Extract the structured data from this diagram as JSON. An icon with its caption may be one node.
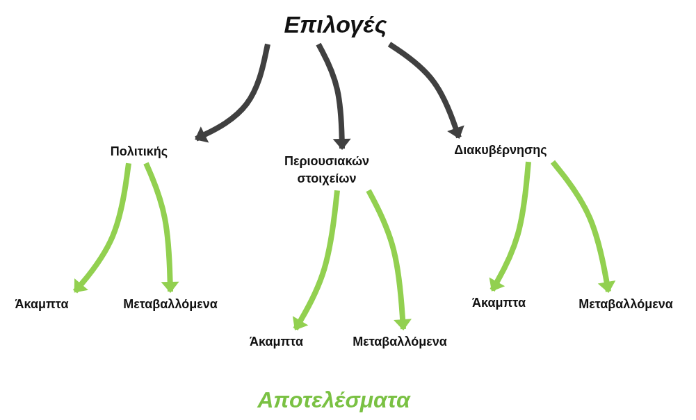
{
  "diagram": {
    "nodes": [
      {
        "text": [
          "Επιλογές"
        ]
      },
      {
        "text": [
          "Πολιτικής"
        ]
      },
      {
        "text": [
          "Περιουσιακών στοιχείων"
        ]
      },
      {
        "text": [
          "Διακυβέρνησης"
        ]
      },
      {
        "text": [
          "Άκαμπτα"
        ]
      },
      {
        "text": [
          "Μεταβαλλόμενα"
        ]
      },
      {
        "text": [
          "Άκαμπτα"
        ]
      },
      {
        "text": [
          "Μεταβαλλόμενα"
        ]
      },
      {
        "text": [
          "Άκαμπτα"
        ]
      },
      {
        "text": [
          "Μεταβαλλόμενα"
        ]
      }
    ],
    "edges": [
      {
        "from": 0,
        "to": 1,
        "arrow": "to",
        "color": "#404040"
      },
      {
        "from": 0,
        "to": 2,
        "arrow": "to",
        "color": "#404040"
      },
      {
        "from": 0,
        "to": 3,
        "arrow": "to",
        "color": "#404040"
      },
      {
        "from": 1,
        "to": 4,
        "arrow": "to"
      },
      {
        "from": 1,
        "to": 5,
        "arrow": "to"
      },
      {
        "from": 2,
        "to": 6,
        "arrow": "to"
      },
      {
        "from": 2,
        "to": 7,
        "arrow": "to"
      },
      {
        "from": 3,
        "to": 8,
        "arrow": "to"
      },
      {
        "from": 3,
        "to": 9,
        "arrow": "to"
      }
    ],
    "labels": [
      "Αποτελέσματα"
    ]
  }
}
